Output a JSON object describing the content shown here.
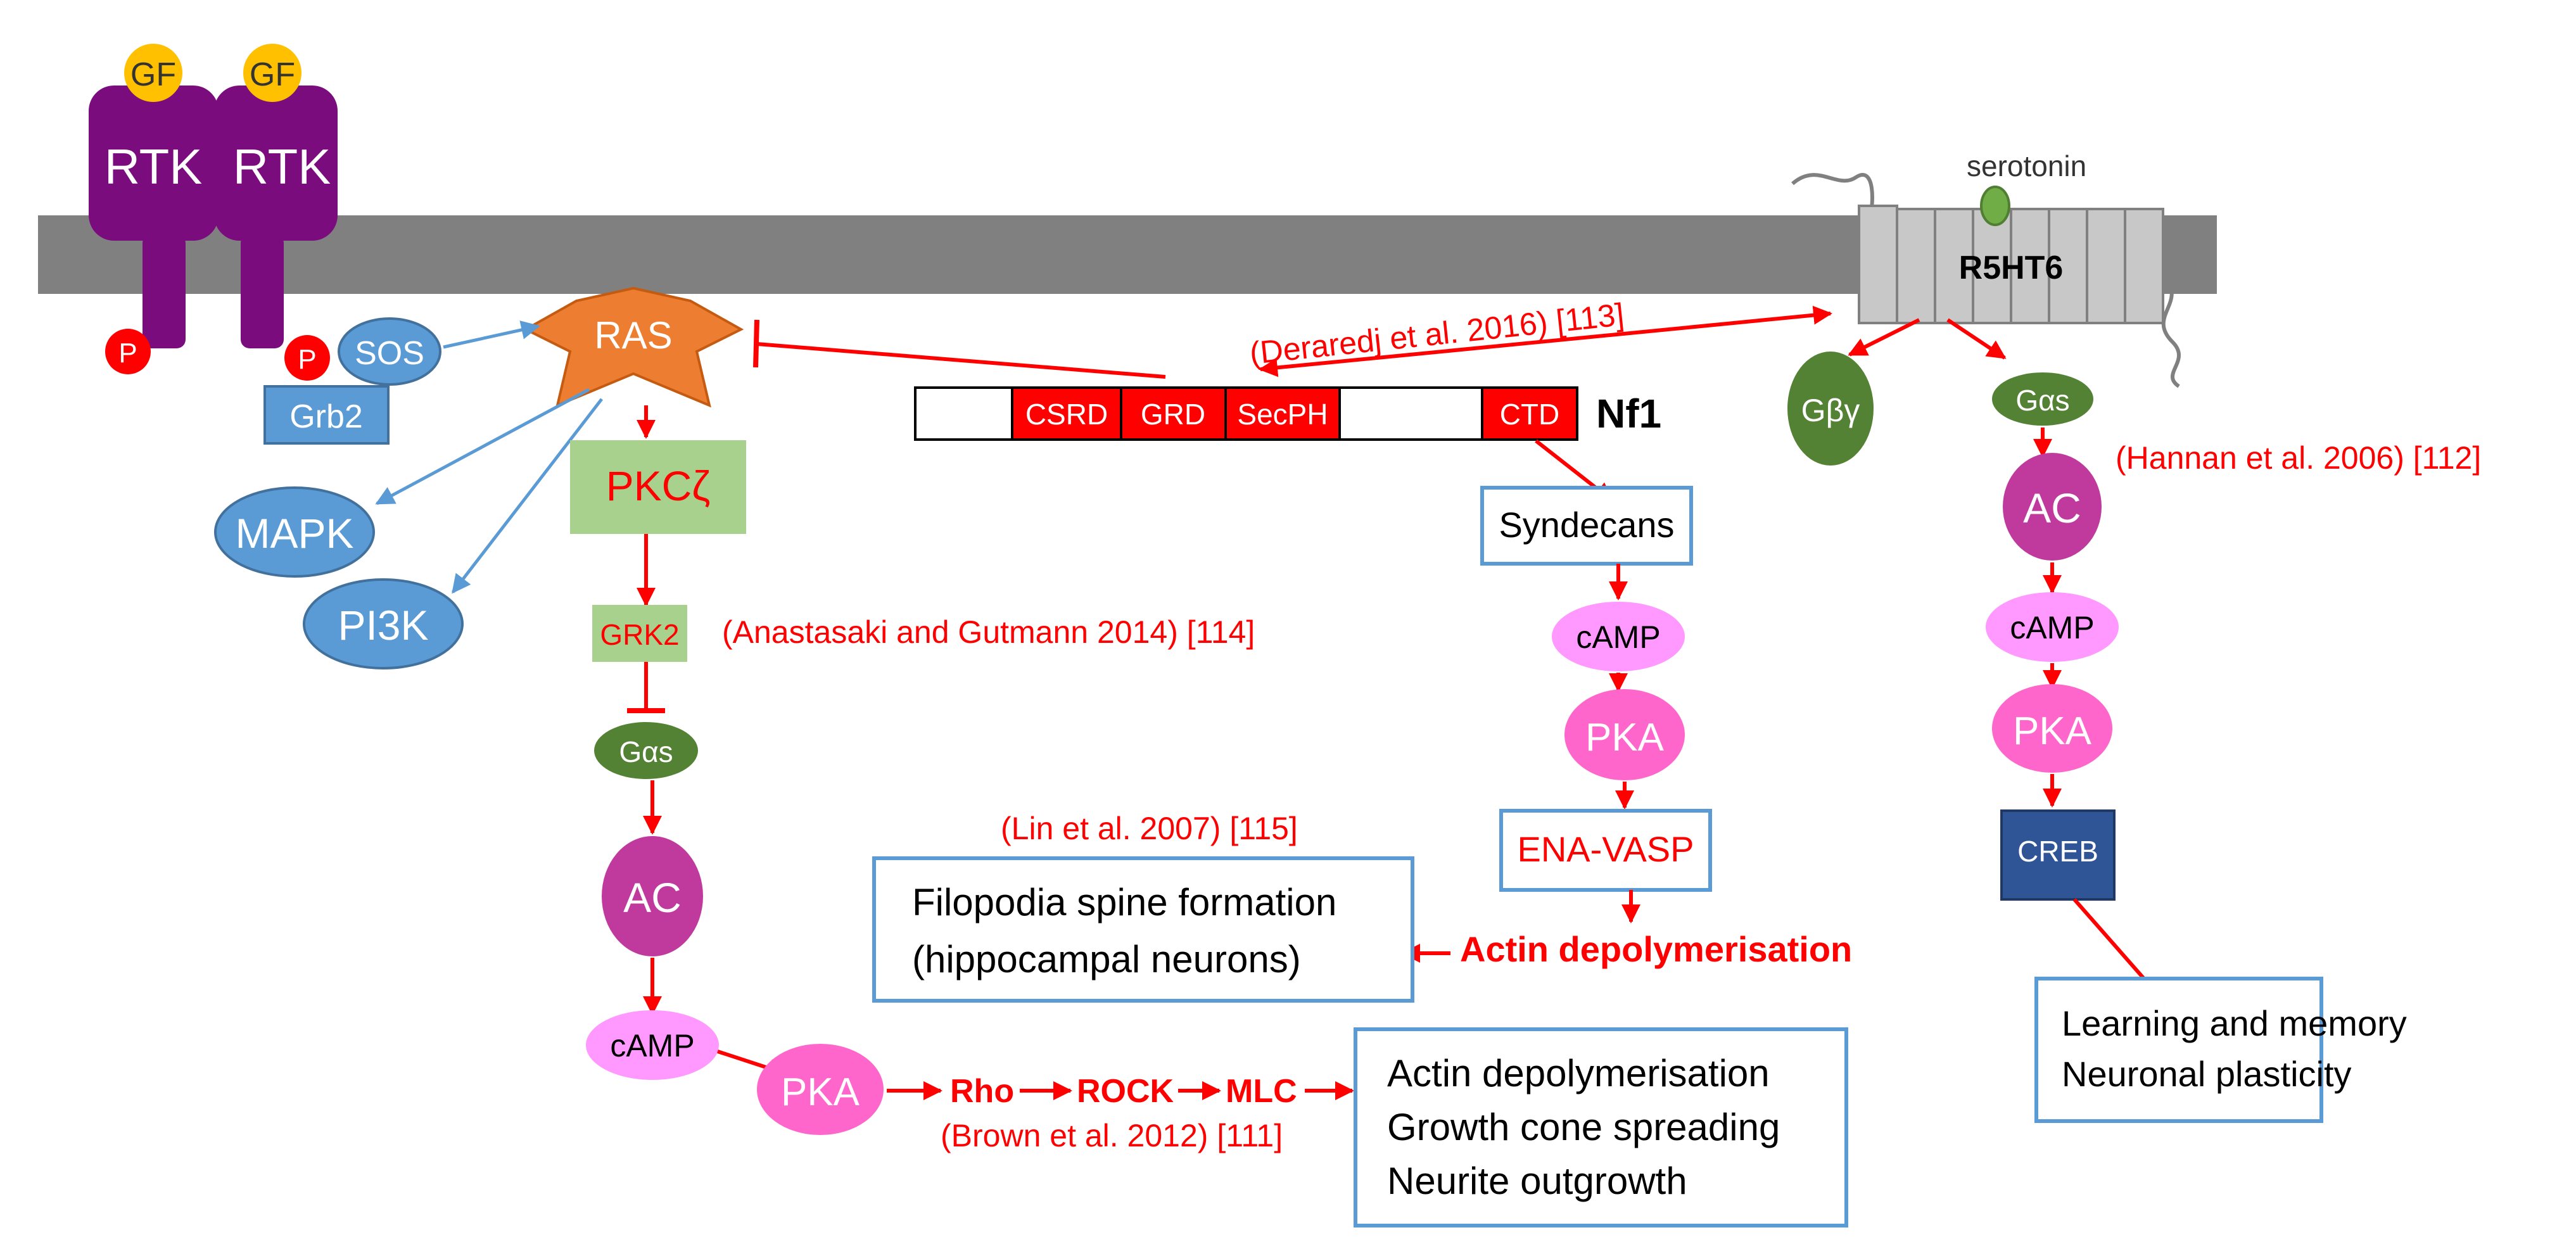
{
  "receptors": {
    "gf_1": "GF",
    "gf_2": "GF",
    "rtk_1": "RTK",
    "rtk_2": "RTK",
    "p_1": "P",
    "p_2": "P",
    "sos": "SOS",
    "grb2": "Grb2",
    "ras": "RAS",
    "mapk": "MAPK",
    "pi3k": "PI3K",
    "r5ht6": "R5HT6",
    "serotonin": "serotonin"
  },
  "nf1": {
    "domains": [
      "CSRD",
      "GRD",
      "SecPH",
      "CTD"
    ],
    "label": "Nf1"
  },
  "left_pathway": {
    "pkc": "PKCζ",
    "grk2": "GRK2",
    "gas": "Gαs",
    "ac": "AC",
    "camp": "cAMP",
    "pka": "PKA",
    "rho": "Rho",
    "rock": "ROCK",
    "mlc": "MLC"
  },
  "middle_pathway": {
    "syndecans": "Syndecans",
    "camp": "cAMP",
    "pka": "PKA",
    "ena_vasp": "ENA-VASP",
    "actin_depol": "Actin depolymerisation"
  },
  "right_pathway": {
    "gby": "Gβγ",
    "gas": "Gαs",
    "ac": "AC",
    "camp": "cAMP",
    "pka": "PKA",
    "creb": "CREB"
  },
  "outcomes": {
    "filopodia": [
      "Filopodia spine formation",
      "(hippocampal neurons)"
    ],
    "actin_growth": [
      "Actin depolymerisation",
      "Growth cone spreading",
      "Neurite outgrowth"
    ],
    "learning": [
      "Learning and memory",
      "Neuronal plasticity"
    ]
  },
  "citations": {
    "deraredj": "(Deraredj et al. 2016) [113]",
    "hannan": "(Hannan et al. 2006) [112]",
    "anastasaki": "(Anastasaki and Gutmann 2014) [114]",
    "lin": "(Lin et al. 2007) [115]",
    "brown": "(Brown et al. 2012) [111]"
  },
  "colors": {
    "membrane": "#808080",
    "rtk": "#7B0C7E",
    "gf": "#FFC000",
    "phospho": "#FF0000",
    "blue_node": "#5B9BD5",
    "ras": "#ED7D31",
    "green_box": "#A9D18E",
    "dark_green": "#548235",
    "ac": "#C03A9E",
    "camp": "#FF99FF",
    "pka": "#FF66CC",
    "creb": "#2F5597",
    "red": "#FF0000",
    "outline_blue": "#5B9BD5"
  }
}
